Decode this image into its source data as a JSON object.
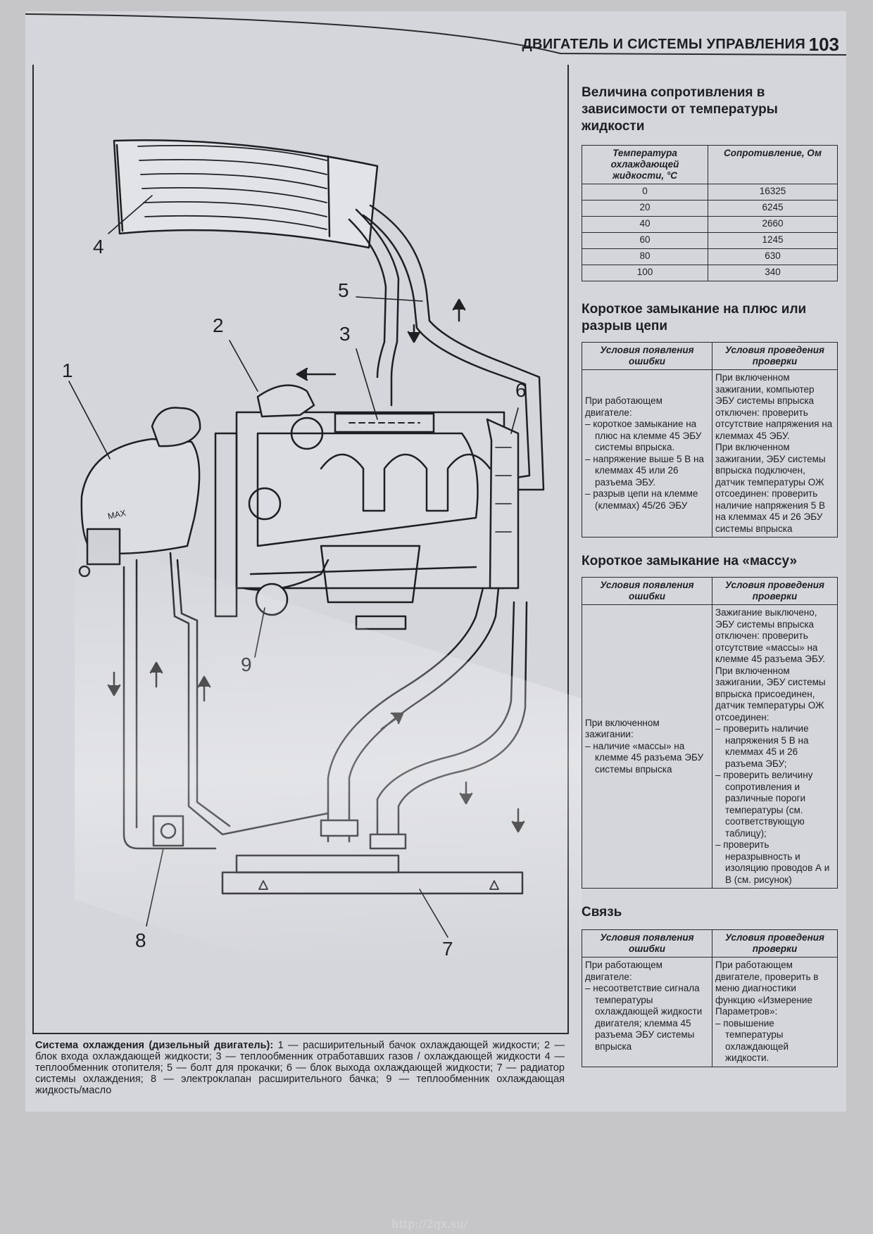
{
  "header": {
    "running_title": "ДВИГАТЕЛЬ И СИСТЕМЫ УПРАВЛЕНИЯ",
    "page_number": "103"
  },
  "figure": {
    "callouts": [
      "1",
      "2",
      "3",
      "4",
      "5",
      "6",
      "7",
      "8",
      "9"
    ],
    "caption_title": "Система охлаждения (дизельный двигатель):",
    "caption_text": "1 — расширительный бачок охлаждающей жидкости; 2 — блок входа охлаждающей жидкости; 3 — теплообменник отработавших газов / охлаждающей жидкости 4 — теплообменник отопителя; 5 — болт для прокачки; 6 — блок выхода охлаждающей жидкости; 7 — радиатор системы охлаждения; 8 — электроклапан расширительного бачка; 9 — теплообменник охлаждающая жидкость/масло",
    "tank_mark": "MAX"
  },
  "resistance_section": {
    "title": "Величина сопротивления в зависимости от температуры жидкости",
    "col_temp": "Температура охлаждающей жидкости, °С",
    "col_res": "Сопротивление, Ом",
    "rows": [
      {
        "t": "0",
        "r": "16325"
      },
      {
        "t": "20",
        "r": "6245"
      },
      {
        "t": "40",
        "r": "2660"
      },
      {
        "t": "60",
        "r": "1245"
      },
      {
        "t": "80",
        "r": "630"
      },
      {
        "t": "100",
        "r": "340"
      }
    ]
  },
  "short_plus": {
    "title": "Короткое замыкание на плюс или разрыв цепи",
    "col_cond": "Условия появления ошибки",
    "col_check": "Условия проведения проверки",
    "cond_intro": "При работающем двигателе:",
    "cond_items": [
      "короткое замыкание на плюс на клемме 45 ЭБУ системы впрыска.",
      "напряжение выше 5 В на клеммах 45 или 26 разъема ЭБУ.",
      "разрыв цепи на клемме (клеммах) 45/26 ЭБУ"
    ],
    "check_p1": "При включенном зажигании, компьютер ЭБУ системы впрыска отключен: проверить отсутствие напряжения на клеммах 45 ЭБУ.",
    "check_p2": "При включенном зажигании, ЭБУ системы впрыска подключен, датчик температуры ОЖ отсоединен: проверить наличие напряжения 5 В на клеммах 45 и 26 ЭБУ системы впрыска"
  },
  "short_ground": {
    "title": "Короткое замыкание на «массу»",
    "col_cond": "Условия появления ошибки",
    "col_check": "Условия проведения проверки",
    "cond_intro": "При включенном зажигании:",
    "cond_items": [
      "наличие «массы» на клемме 45 разъема ЭБУ системы впрыска"
    ],
    "check_p1": "Зажигание выключено, ЭБУ системы впрыска отключен: проверить отсутствие «массы» на клемме 45 разъема ЭБУ.",
    "check_p2": "При включенном зажигании, ЭБУ системы впрыска присоединен, датчик температуры ОЖ отсоединен:",
    "check_items": [
      "проверить наличие напряжения 5 В на клеммах 45 и 26 разъема ЭБУ;",
      "проверить величину сопротивления и различные пороги температуры (см. соответствующую таблицу);",
      "проверить неразрывность и изоляцию проводов А и В (см. рисунок)"
    ]
  },
  "link": {
    "title": "Связь",
    "col_cond": "Условия появления ошибки",
    "col_check": "Условия проведения проверки",
    "cond_intro": "При работающем двигателе:",
    "cond_items": [
      "несоответствие сигнала температуры охлаждающей жидкости двигателя; клемма 45 разъема ЭБУ системы впрыска"
    ],
    "check_p1": "При работающем двигателе, проверить в меню диагностики функцию «Измерение Параметров»:",
    "check_items": [
      "повышение температуры охлаждающей жидкости."
    ]
  },
  "footer": {
    "watermark": "http://2qx.su/"
  }
}
